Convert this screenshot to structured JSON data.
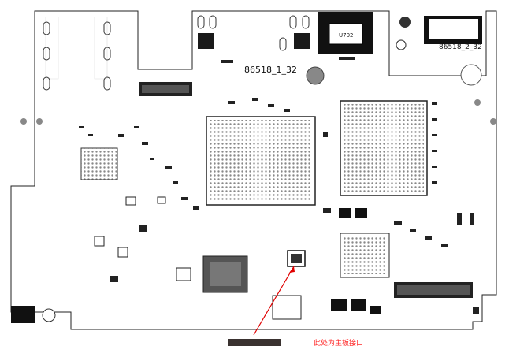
{
  "board": {
    "label_left": "86518_1_32",
    "label_right": "86518_2_32",
    "u702_label": "U702",
    "annotation_text": "此处为主板接口"
  }
}
